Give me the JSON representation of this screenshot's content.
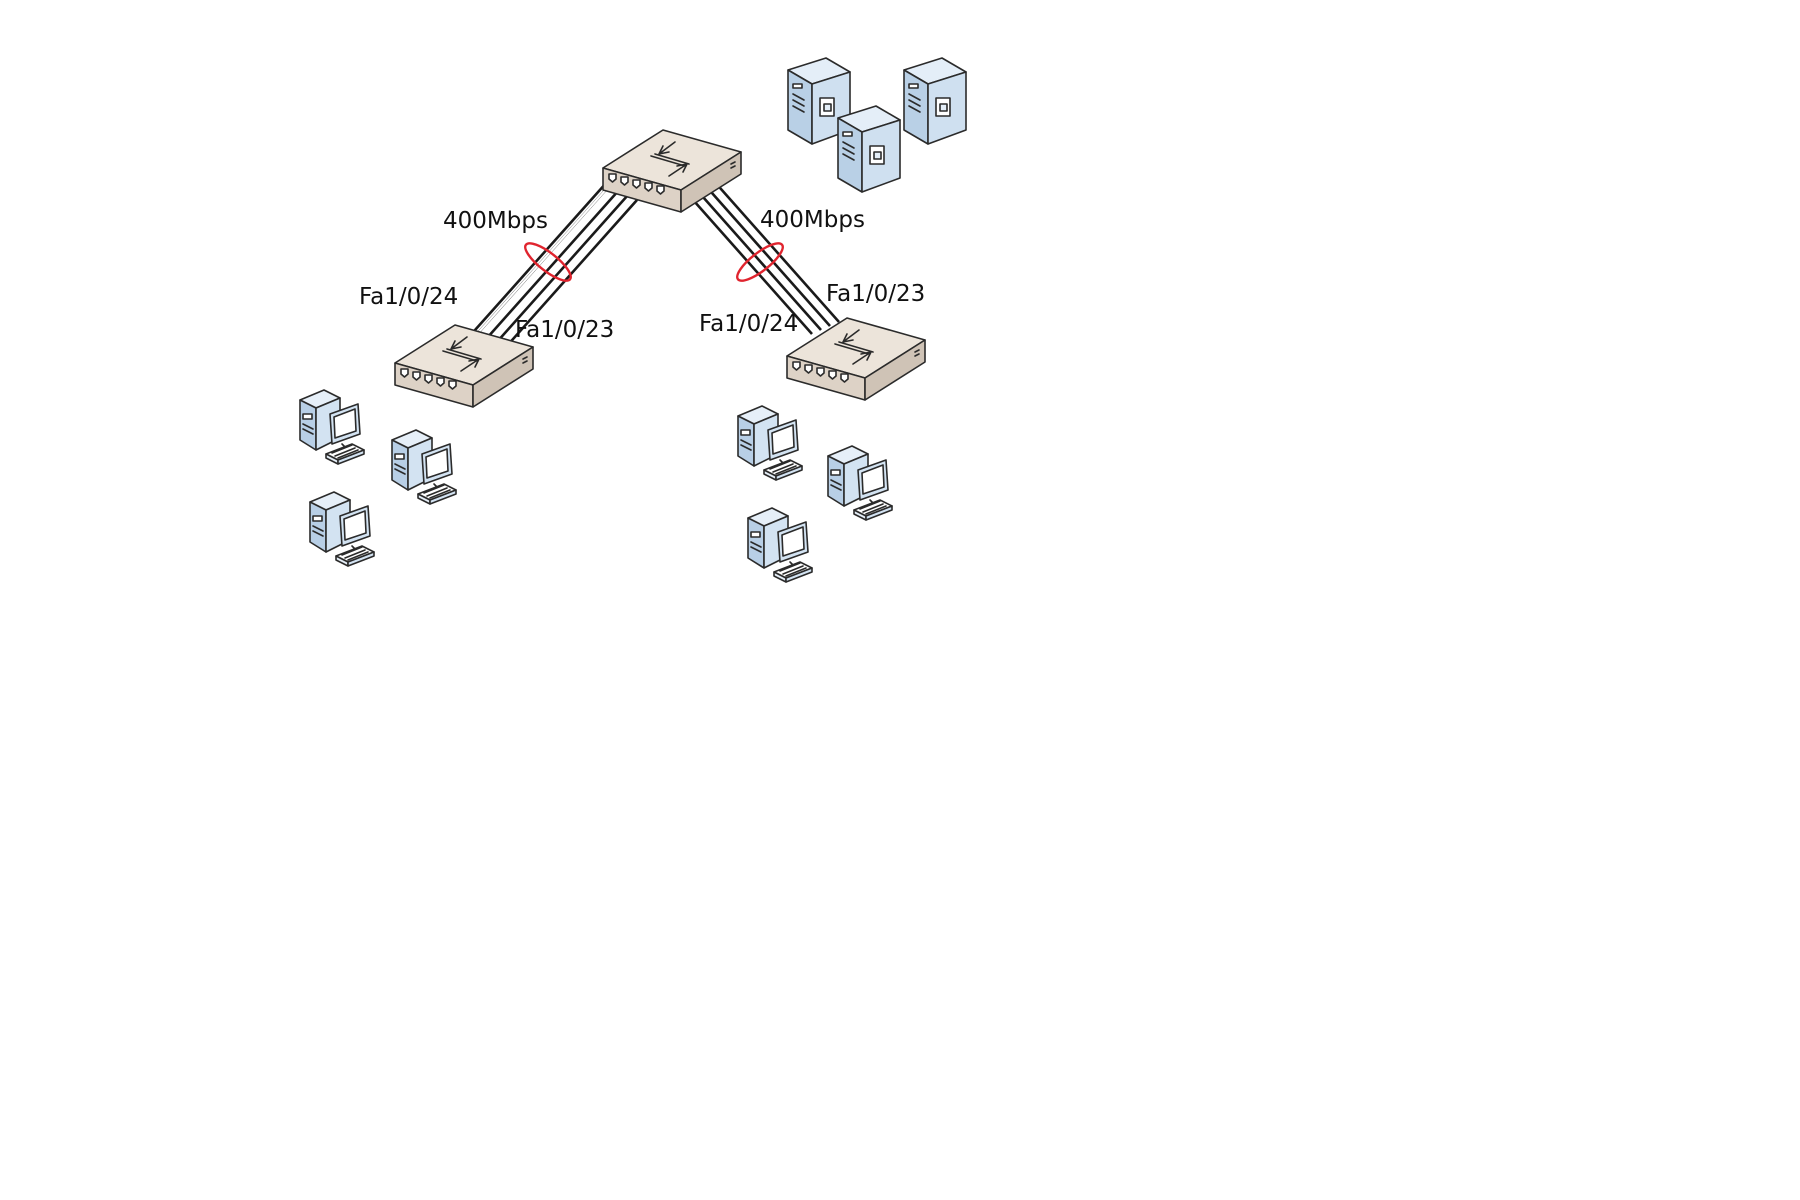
{
  "links": {
    "left": {
      "speed_label": "400Mbps",
      "port_upper": "Fa1/0/24",
      "port_lower": "Fa1/0/23"
    },
    "right": {
      "speed_label": "400Mbps",
      "port_upper": "Fa1/0/23",
      "port_lower": "Fa1/0/24"
    }
  },
  "colors": {
    "bundle_ring": "#e0242e",
    "switch_body": "#e6ddd2",
    "server_body": "#cfe0f0",
    "pc_body": "#d3e3f2",
    "cable": "#1a1a1a"
  },
  "icons": {
    "core_switch": "switch-icon",
    "access_switch": "switch-icon",
    "server": "server-icon",
    "workstation": "desktop-pc-icon"
  }
}
